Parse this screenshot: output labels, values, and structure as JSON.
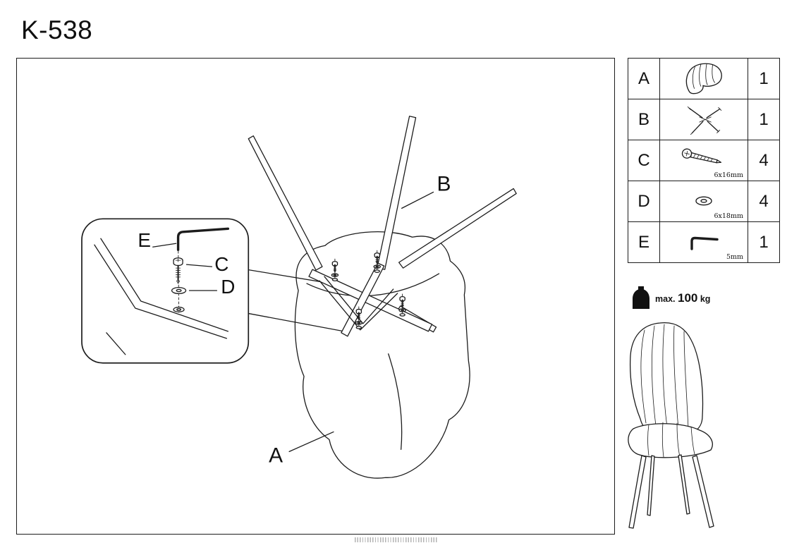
{
  "title": "K-538",
  "diagram": {
    "part_label_a": "A",
    "part_label_b": "B",
    "callout_label_c": "C",
    "callout_label_d": "D",
    "callout_label_e": "E"
  },
  "parts_table": {
    "rows": [
      {
        "letter": "A",
        "icon": "seat-shell",
        "size": "",
        "qty": "1"
      },
      {
        "letter": "B",
        "icon": "leg-frame",
        "size": "",
        "qty": "1"
      },
      {
        "letter": "C",
        "icon": "bolt",
        "size": "6x16mm",
        "qty": "4"
      },
      {
        "letter": "D",
        "icon": "washer",
        "size": "6x18mm",
        "qty": "4"
      },
      {
        "letter": "E",
        "icon": "allen-key",
        "size": "5mm",
        "qty": "1"
      }
    ]
  },
  "weight_limit": {
    "prefix": "max.",
    "value": "100",
    "unit": "kg"
  },
  "colors": {
    "line": "#1c1c1c",
    "background": "#ffffff"
  }
}
